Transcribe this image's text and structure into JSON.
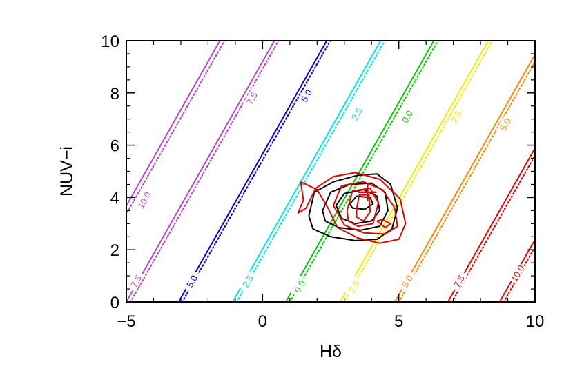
{
  "chart_data": {
    "type": "line",
    "xlabel": "Hδ",
    "ylabel": "NUV−i",
    "xlim": [
      -5,
      10
    ],
    "ylim": [
      0,
      10
    ],
    "x_ticks": [
      {
        "value": -5,
        "label": "−5"
      },
      {
        "value": 0,
        "label": "0"
      },
      {
        "value": 5,
        "label": "5"
      },
      {
        "value": 10,
        "label": "10"
      }
    ],
    "y_ticks": [
      {
        "value": 0,
        "label": "0"
      },
      {
        "value": 2,
        "label": "2"
      },
      {
        "value": 4,
        "label": "4"
      },
      {
        "value": 6,
        "label": "6"
      },
      {
        "value": 8,
        "label": "8"
      },
      {
        "value": 10,
        "label": "10"
      }
    ],
    "slope": 1.84,
    "series": [
      {
        "color": "#bb44cc",
        "solid_x0": -7.0,
        "dotted_x0": -6.83,
        "labels": [
          {
            "text": "10.0",
            "x": -4.35,
            "y": 3.9
          },
          {
            "text": "7.5",
            "x": -4.65,
            "y": 0.8
          }
        ]
      },
      {
        "color": "#bb44cc",
        "solid_x0": -5.0,
        "dotted_x0": -4.85,
        "labels": [
          {
            "text": "7.5",
            "x": -0.4,
            "y": 7.8
          }
        ]
      },
      {
        "color": "#0000ee",
        "solid_x0": -3.08,
        "dotted_x0": -2.95,
        "labels": [
          {
            "text": "5.0",
            "x": 1.6,
            "y": 7.9
          },
          {
            "text": "5.0",
            "x": -2.6,
            "y": 0.8
          }
        ]
      },
      {
        "color": "#00e5e5",
        "solid_x0": -1.1,
        "dotted_x0": -0.95,
        "labels": [
          {
            "text": "2.5",
            "x": 3.45,
            "y": 7.2
          },
          {
            "text": "2.5",
            "x": -0.55,
            "y": 0.8
          }
        ]
      },
      {
        "color": "#00cc00",
        "solid_x0": 0.85,
        "dotted_x0": 1.0,
        "labels": [
          {
            "text": "0.0",
            "x": 5.3,
            "y": 7.1
          },
          {
            "text": "0.0",
            "x": 1.35,
            "y": 0.6
          }
        ]
      },
      {
        "color": "#eeee00",
        "solid_x0": 2.85,
        "dotted_x0": 3.0,
        "labels": [
          {
            "text": "2.5",
            "x": 7.1,
            "y": 7.1
          },
          {
            "text": "2.5",
            "x": 3.35,
            "y": 0.6
          }
        ]
      },
      {
        "color": "#ff8800",
        "solid_x0": 4.85,
        "dotted_x0": 5.0,
        "labels": [
          {
            "text": "5.0",
            "x": 8.9,
            "y": 6.8
          },
          {
            "text": "5.0",
            "x": 5.3,
            "y": 0.8
          }
        ]
      },
      {
        "color": "#ee0000",
        "solid_x0": 6.8,
        "dotted_x0": 6.95,
        "labels": [
          {
            "text": "7.5",
            "x": 7.2,
            "y": 0.8
          }
        ]
      },
      {
        "color": "#ee0000",
        "solid_x0": 8.7,
        "dotted_x0": 8.85,
        "labels": [
          {
            "text": "10.0",
            "x": 9.35,
            "y": 1.1
          }
        ]
      }
    ],
    "contours": [
      {
        "color": "#000000",
        "points": [
          [
            1.7,
            3.3
          ],
          [
            1.9,
            4.2
          ],
          [
            2.6,
            4.6
          ],
          [
            3.5,
            4.85
          ],
          [
            4.2,
            4.9
          ],
          [
            4.7,
            4.5
          ],
          [
            4.95,
            3.6
          ],
          [
            4.75,
            2.8
          ],
          [
            4.2,
            2.4
          ],
          [
            3.4,
            2.35
          ],
          [
            2.5,
            2.5
          ],
          [
            1.85,
            2.8
          ],
          [
            1.7,
            3.3
          ]
        ]
      },
      {
        "color": "#000000",
        "points": [
          [
            2.2,
            3.5
          ],
          [
            2.5,
            4.2
          ],
          [
            3.2,
            4.5
          ],
          [
            4.0,
            4.55
          ],
          [
            4.5,
            4.2
          ],
          [
            4.6,
            3.5
          ],
          [
            4.3,
            2.9
          ],
          [
            3.6,
            2.75
          ],
          [
            2.8,
            2.85
          ],
          [
            2.3,
            3.1
          ],
          [
            2.2,
            3.5
          ]
        ]
      },
      {
        "color": "#000000",
        "points": [
          [
            2.7,
            3.7
          ],
          [
            3.0,
            4.15
          ],
          [
            3.7,
            4.3
          ],
          [
            4.2,
            4.05
          ],
          [
            4.3,
            3.5
          ],
          [
            4.0,
            3.1
          ],
          [
            3.4,
            3.0
          ],
          [
            2.9,
            3.2
          ],
          [
            2.7,
            3.7
          ]
        ]
      },
      {
        "color": "#000000",
        "points": [
          [
            3.2,
            3.75
          ],
          [
            3.45,
            4.05
          ],
          [
            3.95,
            4.0
          ],
          [
            4.05,
            3.75
          ],
          [
            3.75,
            3.55
          ],
          [
            3.3,
            3.6
          ],
          [
            3.2,
            3.75
          ]
        ]
      },
      {
        "color": "#ee0000",
        "points": [
          [
            1.4,
            4.6
          ],
          [
            1.5,
            3.9
          ],
          [
            1.3,
            3.4
          ],
          [
            1.6,
            3.6
          ],
          [
            1.95,
            4.35
          ],
          [
            2.6,
            4.8
          ],
          [
            3.4,
            4.95
          ],
          [
            4.3,
            4.7
          ],
          [
            5.05,
            3.95
          ],
          [
            5.25,
            3.0
          ],
          [
            5.0,
            2.4
          ],
          [
            4.3,
            2.25
          ],
          [
            3.5,
            2.45
          ],
          [
            2.75,
            2.85
          ],
          [
            2.4,
            3.6
          ],
          [
            2.0,
            4.3
          ],
          [
            1.4,
            4.6
          ]
        ]
      },
      {
        "color": "#ee0000",
        "points": [
          [
            2.6,
            3.7
          ],
          [
            2.9,
            4.45
          ],
          [
            3.7,
            4.6
          ],
          [
            4.4,
            4.3
          ],
          [
            4.85,
            3.6
          ],
          [
            4.95,
            2.9
          ],
          [
            4.5,
            2.6
          ],
          [
            3.7,
            2.65
          ],
          [
            3.0,
            2.95
          ],
          [
            2.6,
            3.7
          ]
        ]
      },
      {
        "color": "#ee0000",
        "points": [
          [
            3.1,
            3.5
          ],
          [
            3.3,
            4.25
          ],
          [
            3.95,
            4.35
          ],
          [
            4.25,
            3.8
          ],
          [
            4.05,
            3.0
          ],
          [
            3.5,
            2.9
          ],
          [
            3.15,
            3.1
          ],
          [
            3.1,
            3.5
          ]
        ]
      },
      {
        "color": "#ee0000",
        "points": [
          [
            3.45,
            3.55
          ],
          [
            3.55,
            4.1
          ],
          [
            3.9,
            4.1
          ],
          [
            3.95,
            3.45
          ],
          [
            3.7,
            3.1
          ],
          [
            3.45,
            3.25
          ],
          [
            3.45,
            3.55
          ]
        ]
      },
      {
        "color": "#ee0000",
        "points": [
          [
            4.2,
            3.1
          ],
          [
            4.5,
            2.85
          ],
          [
            4.7,
            3.0
          ],
          [
            4.4,
            3.15
          ],
          [
            4.2,
            3.1
          ]
        ]
      }
    ],
    "markers": [
      {
        "type": "cross",
        "x": 3.85,
        "y": 4.2,
        "color": "#ee0000"
      }
    ]
  }
}
